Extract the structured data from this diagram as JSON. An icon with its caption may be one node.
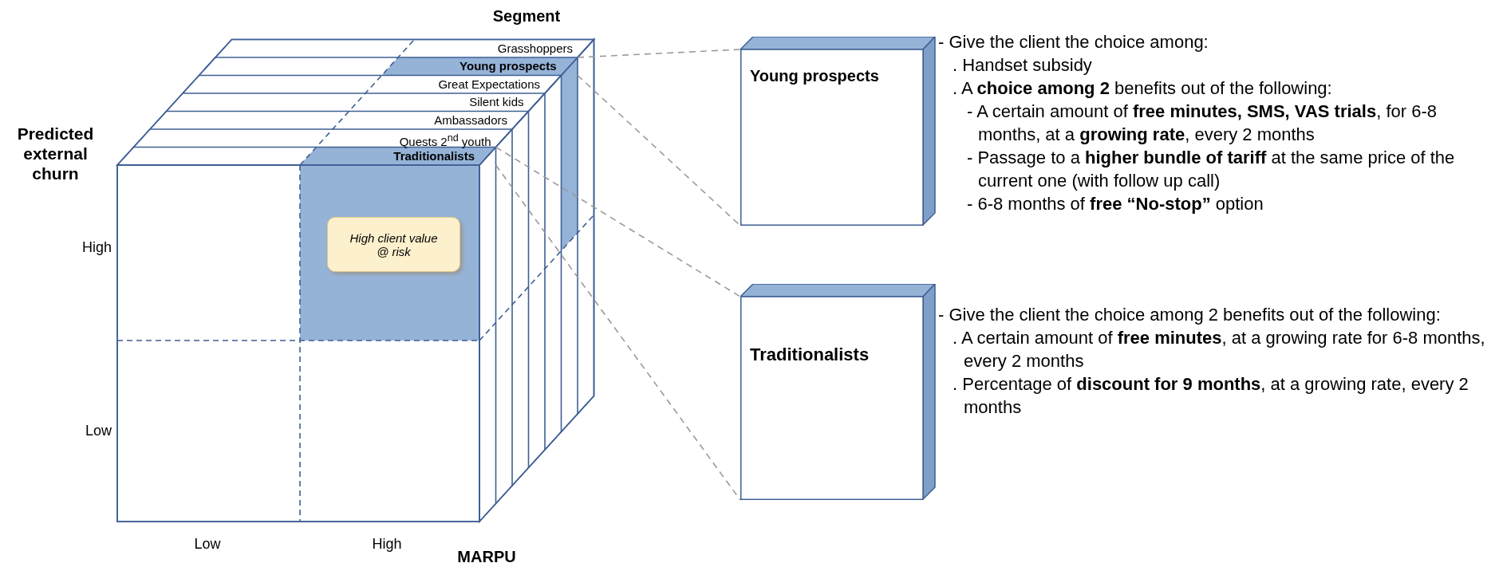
{
  "diagram": {
    "nodes": [
      {
        "text": [
          "Grasshoppers"
        ]
      },
      {
        "text": [
          "Young prospects"
        ]
      },
      {
        "text": [
          "Great Expectations"
        ]
      },
      {
        "text": [
          "Silent kids"
        ]
      },
      {
        "text": [
          "Ambassadors"
        ]
      },
      {
        "text": [
          "Quests 2$^{nd}$ youth"
        ]
      },
      {
        "text": [
          "Traditionalists"
        ]
      },
      {
        "text": [
          "High client value @ risk"
        ]
      },
      {
        "text": [
          "Young prospects"
        ],
        "beside": [
          "- Give the client the choice among:",
          ". Handset subsidy",
          ". A **choice among 2** benefits out of the following:",
          "- A certain amount of **free minutes, SMS, VAS trials**, for 6-8 months, at a **growing rate**, every 2 months",
          "- Passage to a **higher bundle of tariff** at the same price of the current one (with follow up call)",
          "- 6-8 months of **free “No-stop”** option"
        ]
      },
      {
        "text": [
          "Traditionalists"
        ],
        "beside": [
          "- Give the client the choice among 2 benefits out of the following:",
          ". A certain amount of **free minutes**, at a growing rate for 6-8 months, every 2 months",
          ". Percentage of **discount for 9 months**, at a growing rate, every 2 months"
        ]
      }
    ],
    "edges": [
      {
        "from": 1,
        "to": 8,
        "arrow": "none",
        "style": "dashed",
        "color": "#9a9a9a"
      },
      {
        "from": 1,
        "to": 8,
        "arrow": "none",
        "style": "dashed",
        "color": "#9a9a9a"
      },
      {
        "from": 6,
        "to": 9,
        "arrow": "none",
        "style": "dashed",
        "color": "#9a9a9a"
      },
      {
        "from": 6,
        "to": 9,
        "arrow": "none",
        "style": "dashed",
        "color": "#9a9a9a"
      }
    ],
    "labels": [
      "Segment",
      "Predicted external churn",
      "High",
      "Low",
      "Low",
      "High",
      "MARPU"
    ]
  }
}
